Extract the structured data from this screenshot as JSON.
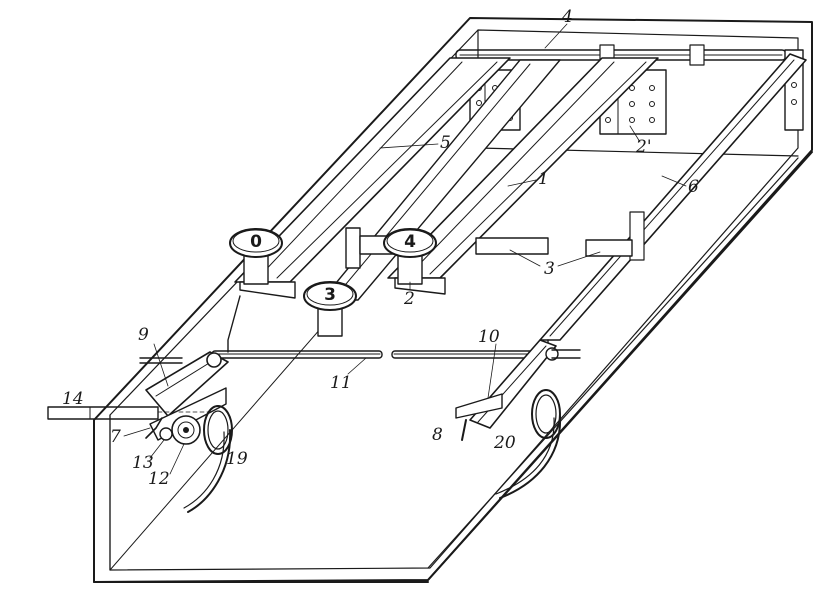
{
  "figure": {
    "ink_color": "#1a1a1a",
    "paper_color": "#ffffff",
    "keys": [
      {
        "id": "key-0",
        "label": "0"
      },
      {
        "id": "key-4",
        "label": "4"
      },
      {
        "id": "key-3",
        "label": "3"
      }
    ],
    "refs": {
      "r4": "4",
      "r5": "5",
      "r1": "1",
      "r6": "6",
      "r2p": "2'",
      "r3": "3",
      "r2": "2",
      "r9": "9",
      "r11": "11",
      "r10": "10",
      "r14": "14",
      "r7": "7",
      "r13": "13",
      "r12": "12",
      "r19": "19",
      "r8": "8",
      "r20": "20"
    }
  }
}
